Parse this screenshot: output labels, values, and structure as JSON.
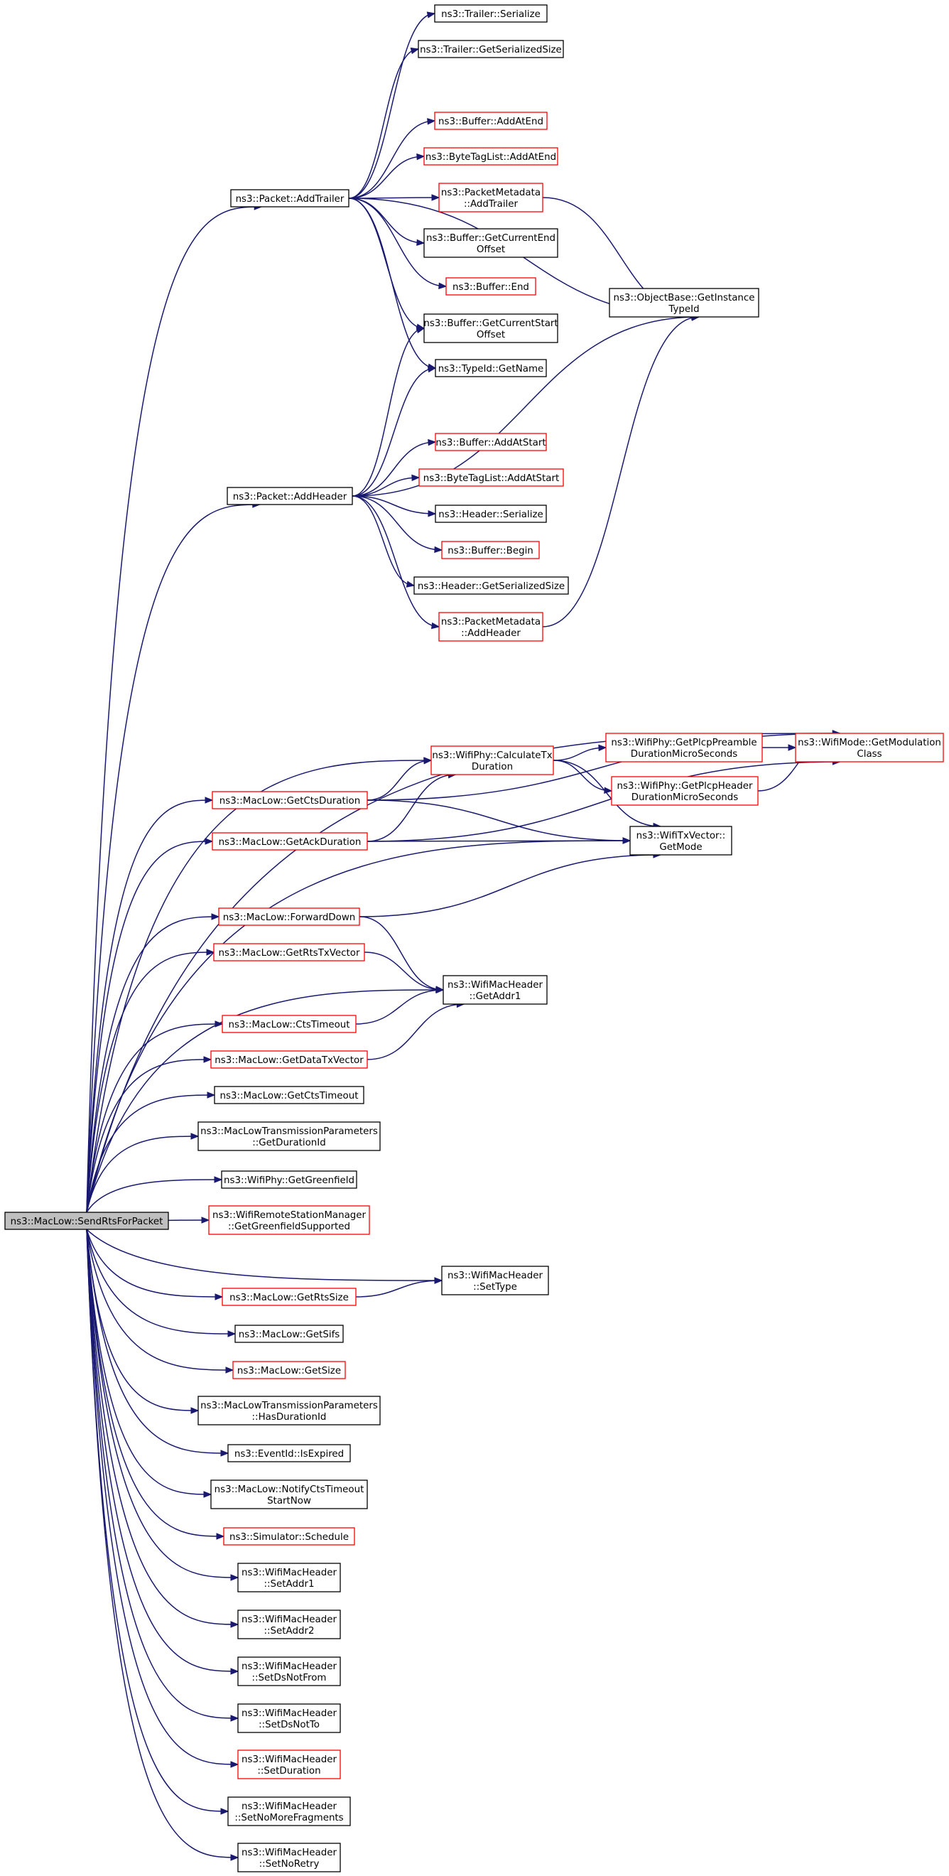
{
  "colors": {
    "edge": "#191970",
    "node_border_default": "#000000",
    "node_border_red": "#ff0000",
    "root_fill": "#bfbfbf",
    "node_fill": "#ffffff"
  },
  "nodes": [
    {
      "id": "root",
      "lines": [
        "ns3::MacLow::SendRtsForPacket"
      ],
      "style": "root"
    },
    {
      "id": "trailer_serialize",
      "lines": [
        "ns3::Trailer::Serialize"
      ],
      "style": "black"
    },
    {
      "id": "trailer_getsize",
      "lines": [
        "ns3::Trailer::GetSerializedSize"
      ],
      "style": "black"
    },
    {
      "id": "buffer_addatend",
      "lines": [
        "ns3::Buffer::AddAtEnd"
      ],
      "style": "red"
    },
    {
      "id": "btl_addatend",
      "lines": [
        "ns3::ByteTagList::AddAtEnd"
      ],
      "style": "red"
    },
    {
      "id": "pm_addtrailer",
      "lines": [
        "ns3::PacketMetadata",
        "::AddTrailer"
      ],
      "style": "red"
    },
    {
      "id": "buf_curend",
      "lines": [
        "ns3::Buffer::GetCurrentEnd",
        "Offset"
      ],
      "style": "black"
    },
    {
      "id": "buf_end",
      "lines": [
        "ns3::Buffer::End"
      ],
      "style": "red"
    },
    {
      "id": "buf_curstart",
      "lines": [
        "ns3::Buffer::GetCurrentStart",
        "Offset"
      ],
      "style": "black"
    },
    {
      "id": "typeid_getname",
      "lines": [
        "ns3::TypeId::GetName"
      ],
      "style": "black"
    },
    {
      "id": "objbase",
      "lines": [
        "ns3::ObjectBase::GetInstance",
        "TypeId"
      ],
      "style": "black"
    },
    {
      "id": "packet_addtrailer",
      "lines": [
        "ns3::Packet::AddTrailer"
      ],
      "style": "black"
    },
    {
      "id": "packet_addheader",
      "lines": [
        "ns3::Packet::AddHeader"
      ],
      "style": "black"
    },
    {
      "id": "buf_addatstart",
      "lines": [
        "ns3::Buffer::AddAtStart"
      ],
      "style": "red"
    },
    {
      "id": "btl_addatstart",
      "lines": [
        "ns3::ByteTagList::AddAtStart"
      ],
      "style": "red"
    },
    {
      "id": "header_serialize",
      "lines": [
        "ns3::Header::Serialize"
      ],
      "style": "black"
    },
    {
      "id": "buf_begin",
      "lines": [
        "ns3::Buffer::Begin"
      ],
      "style": "red"
    },
    {
      "id": "header_getsize",
      "lines": [
        "ns3::Header::GetSerializedSize"
      ],
      "style": "black"
    },
    {
      "id": "pm_addheader",
      "lines": [
        "ns3::PacketMetadata",
        "::AddHeader"
      ],
      "style": "red"
    },
    {
      "id": "wifimode_getmod",
      "lines": [
        "ns3::WifiMode::GetModulation",
        "Class"
      ],
      "style": "red"
    },
    {
      "id": "phy_calctx",
      "lines": [
        "ns3::WifiPhy::CalculateTx",
        "Duration"
      ],
      "style": "red"
    },
    {
      "id": "phy_preamble",
      "lines": [
        "ns3::WifiPhy::GetPlcpPreamble",
        "DurationMicroSeconds"
      ],
      "style": "red"
    },
    {
      "id": "phy_header",
      "lines": [
        "ns3::WifiPhy::GetPlcpHeader",
        "DurationMicroSeconds"
      ],
      "style": "red"
    },
    {
      "id": "txvector_getmode",
      "lines": [
        "ns3::WifiTxVector::",
        "GetMode"
      ],
      "style": "black"
    },
    {
      "id": "maclow_getctsdur",
      "lines": [
        "ns3::MacLow::GetCtsDuration"
      ],
      "style": "red"
    },
    {
      "id": "maclow_getackdur",
      "lines": [
        "ns3::MacLow::GetAckDuration"
      ],
      "style": "red"
    },
    {
      "id": "maclow_forwarddown",
      "lines": [
        "ns3::MacLow::ForwardDown"
      ],
      "style": "red"
    },
    {
      "id": "maclow_getrtstx",
      "lines": [
        "ns3::MacLow::GetRtsTxVector"
      ],
      "style": "red"
    },
    {
      "id": "wmh_getaddr1",
      "lines": [
        "ns3::WifiMacHeader",
        "::GetAddr1"
      ],
      "style": "black"
    },
    {
      "id": "maclow_ctstimeout",
      "lines": [
        "ns3::MacLow::CtsTimeout"
      ],
      "style": "red"
    },
    {
      "id": "maclow_getdatatx",
      "lines": [
        "ns3::MacLow::GetDataTxVector"
      ],
      "style": "red"
    },
    {
      "id": "maclow_getctstimeout",
      "lines": [
        "ns3::MacLow::GetCtsTimeout"
      ],
      "style": "black"
    },
    {
      "id": "mltp_getdurid",
      "lines": [
        "ns3::MacLowTransmissionParameters",
        "::GetDurationId"
      ],
      "style": "black"
    },
    {
      "id": "phy_getgreen",
      "lines": [
        "ns3::WifiPhy::GetGreenfield"
      ],
      "style": "black"
    },
    {
      "id": "wrsm_greensupp",
      "lines": [
        "ns3::WifiRemoteStationManager",
        "::GetGreenfieldSupported"
      ],
      "style": "red"
    },
    {
      "id": "wmh_settype",
      "lines": [
        "ns3::WifiMacHeader",
        "::SetType"
      ],
      "style": "black"
    },
    {
      "id": "maclow_getrtssize",
      "lines": [
        "ns3::MacLow::GetRtsSize"
      ],
      "style": "red"
    },
    {
      "id": "maclow_getsifs",
      "lines": [
        "ns3::MacLow::GetSifs"
      ],
      "style": "black"
    },
    {
      "id": "maclow_getsize",
      "lines": [
        "ns3::MacLow::GetSize"
      ],
      "style": "red"
    },
    {
      "id": "mltp_hasdurid",
      "lines": [
        "ns3::MacLowTransmissionParameters",
        "::HasDurationId"
      ],
      "style": "black"
    },
    {
      "id": "eventid_isexpired",
      "lines": [
        "ns3::EventId::IsExpired"
      ],
      "style": "black"
    },
    {
      "id": "maclow_notifycts",
      "lines": [
        "ns3::MacLow::NotifyCtsTimeout",
        "StartNow"
      ],
      "style": "black"
    },
    {
      "id": "sim_schedule",
      "lines": [
        "ns3::Simulator::Schedule"
      ],
      "style": "red"
    },
    {
      "id": "wmh_setaddr1",
      "lines": [
        "ns3::WifiMacHeader",
        "::SetAddr1"
      ],
      "style": "black"
    },
    {
      "id": "wmh_setaddr2",
      "lines": [
        "ns3::WifiMacHeader",
        "::SetAddr2"
      ],
      "style": "black"
    },
    {
      "id": "wmh_setdsnotfrom",
      "lines": [
        "ns3::WifiMacHeader",
        "::SetDsNotFrom"
      ],
      "style": "black"
    },
    {
      "id": "wmh_setdsnotto",
      "lines": [
        "ns3::WifiMacHeader",
        "::SetDsNotTo"
      ],
      "style": "black"
    },
    {
      "id": "wmh_setduration",
      "lines": [
        "ns3::WifiMacHeader",
        "::SetDuration"
      ],
      "style": "red"
    },
    {
      "id": "wmh_setnomorefrag",
      "lines": [
        "ns3::WifiMacHeader",
        "::SetNoMoreFragments"
      ],
      "style": "black"
    },
    {
      "id": "wmh_setnoretry",
      "lines": [
        "ns3::WifiMacHeader",
        "::SetNoRetry"
      ],
      "style": "black"
    }
  ],
  "edges": [
    [
      "root",
      "packet_addtrailer"
    ],
    [
      "root",
      "packet_addheader"
    ],
    [
      "root",
      "wifimode_getmod"
    ],
    [
      "root",
      "phy_calctx"
    ],
    [
      "root",
      "maclow_getctsdur"
    ],
    [
      "root",
      "maclow_getackdur"
    ],
    [
      "root",
      "txvector_getmode"
    ],
    [
      "root",
      "maclow_forwarddown"
    ],
    [
      "root",
      "maclow_getrtstx"
    ],
    [
      "root",
      "wmh_getaddr1"
    ],
    [
      "root",
      "maclow_ctstimeout"
    ],
    [
      "root",
      "maclow_getdatatx"
    ],
    [
      "root",
      "maclow_getctstimeout"
    ],
    [
      "root",
      "mltp_getdurid"
    ],
    [
      "root",
      "phy_getgreen"
    ],
    [
      "root",
      "wrsm_greensupp"
    ],
    [
      "root",
      "wmh_settype"
    ],
    [
      "root",
      "maclow_getrtssize"
    ],
    [
      "root",
      "maclow_getsifs"
    ],
    [
      "root",
      "maclow_getsize"
    ],
    [
      "root",
      "mltp_hasdurid"
    ],
    [
      "root",
      "eventid_isexpired"
    ],
    [
      "root",
      "maclow_notifycts"
    ],
    [
      "root",
      "sim_schedule"
    ],
    [
      "root",
      "wmh_setaddr1"
    ],
    [
      "root",
      "wmh_setaddr2"
    ],
    [
      "root",
      "wmh_setdsnotfrom"
    ],
    [
      "root",
      "wmh_setdsnotto"
    ],
    [
      "root",
      "wmh_setduration"
    ],
    [
      "root",
      "wmh_setnomorefrag"
    ],
    [
      "root",
      "wmh_setnoretry"
    ],
    [
      "packet_addtrailer",
      "trailer_serialize"
    ],
    [
      "packet_addtrailer",
      "trailer_getsize"
    ],
    [
      "packet_addtrailer",
      "objbase"
    ],
    [
      "packet_addtrailer",
      "buffer_addatend"
    ],
    [
      "packet_addtrailer",
      "btl_addatend"
    ],
    [
      "packet_addtrailer",
      "pm_addtrailer"
    ],
    [
      "packet_addtrailer",
      "buf_curend"
    ],
    [
      "packet_addtrailer",
      "buf_end"
    ],
    [
      "packet_addtrailer",
      "buf_curstart"
    ],
    [
      "packet_addtrailer",
      "typeid_getname"
    ],
    [
      "pm_addtrailer",
      "objbase"
    ],
    [
      "packet_addheader",
      "buf_curstart"
    ],
    [
      "packet_addheader",
      "typeid_getname"
    ],
    [
      "packet_addheader",
      "objbase"
    ],
    [
      "packet_addheader",
      "buf_addatstart"
    ],
    [
      "packet_addheader",
      "btl_addatstart"
    ],
    [
      "packet_addheader",
      "header_serialize"
    ],
    [
      "packet_addheader",
      "buf_begin"
    ],
    [
      "packet_addheader",
      "header_getsize"
    ],
    [
      "packet_addheader",
      "pm_addheader"
    ],
    [
      "pm_addheader",
      "objbase"
    ],
    [
      "phy_calctx",
      "phy_preamble"
    ],
    [
      "phy_calctx",
      "phy_header"
    ],
    [
      "phy_calctx",
      "txvector_getmode"
    ],
    [
      "phy_preamble",
      "wifimode_getmod"
    ],
    [
      "phy_header",
      "wifimode_getmod"
    ],
    [
      "maclow_getctsdur",
      "wifimode_getmod"
    ],
    [
      "maclow_getctsdur",
      "phy_calctx"
    ],
    [
      "maclow_getctsdur",
      "txvector_getmode"
    ],
    [
      "maclow_getackdur",
      "phy_calctx"
    ],
    [
      "maclow_getackdur",
      "txvector_getmode"
    ],
    [
      "maclow_getackdur",
      "wifimode_getmod"
    ],
    [
      "maclow_forwarddown",
      "txvector_getmode"
    ],
    [
      "maclow_forwarddown",
      "wmh_getaddr1"
    ],
    [
      "maclow_getrtstx",
      "wmh_getaddr1"
    ],
    [
      "maclow_ctstimeout",
      "wmh_getaddr1"
    ],
    [
      "maclow_getdatatx",
      "wmh_getaddr1"
    ],
    [
      "maclow_getrtssize",
      "wmh_settype"
    ]
  ]
}
